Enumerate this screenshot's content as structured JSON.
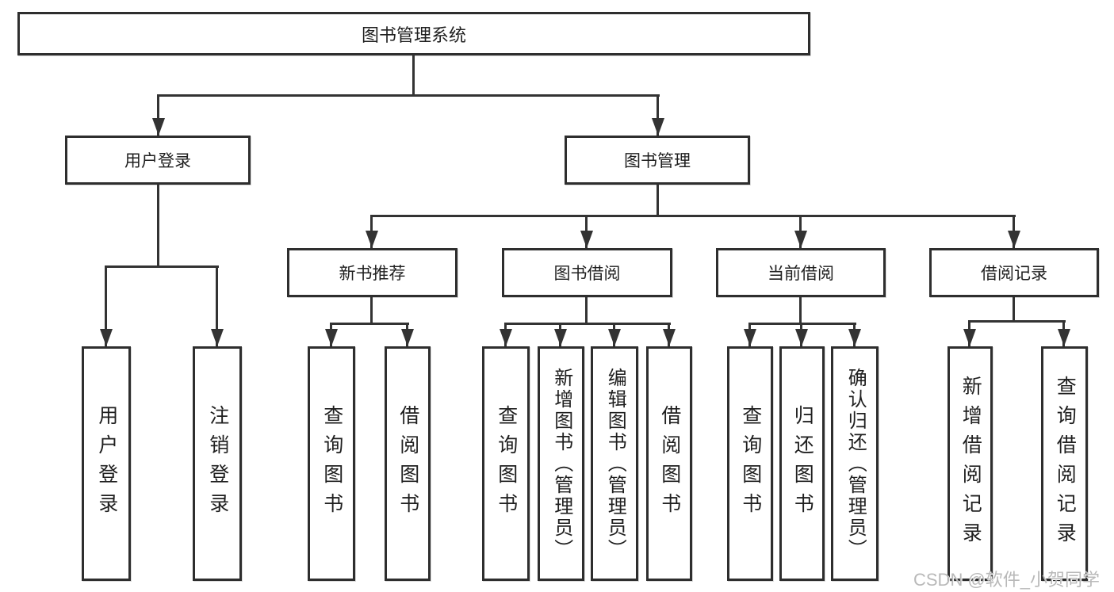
{
  "diagram_title": "图书管理系统",
  "tree": {
    "label": "图书管理系统",
    "children": [
      {
        "label": "用户登录",
        "children": [
          {
            "label": "用户登录"
          },
          {
            "label": "注销登录"
          }
        ]
      },
      {
        "label": "图书管理",
        "children": [
          {
            "label": "新书推荐",
            "children": [
              {
                "label": "查询图书"
              },
              {
                "label": "借阅图书"
              }
            ]
          },
          {
            "label": "图书借阅",
            "children": [
              {
                "label": "查询图书"
              },
              {
                "label": "新增图书（管理员）"
              },
              {
                "label": "编辑图书（管理员）"
              },
              {
                "label": "借阅图书"
              }
            ]
          },
          {
            "label": "当前借阅",
            "children": [
              {
                "label": "查询图书"
              },
              {
                "label": "归还图书"
              },
              {
                "label": "确认归还（管理员）"
              }
            ]
          },
          {
            "label": "借阅记录",
            "children": [
              {
                "label": "新增借阅记录"
              },
              {
                "label": "查询借阅记录"
              }
            ]
          }
        ]
      }
    ]
  },
  "watermark": {
    "text": "CSDN @软件_小贺同学"
  },
  "colors": {
    "line": "#333333",
    "border": "#2e2e2e",
    "text": "#1f1f1f",
    "watermark": "#b9b9b9",
    "background": "#ffffff"
  }
}
